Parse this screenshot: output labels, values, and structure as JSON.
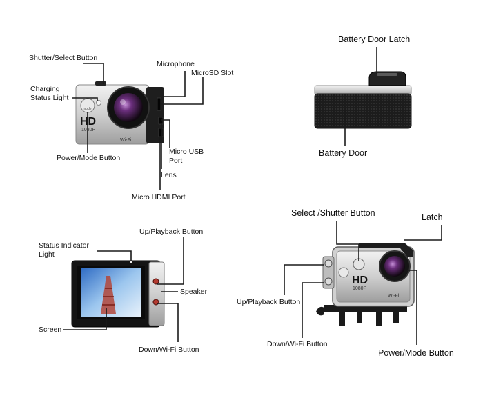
{
  "quadrants": {
    "front": {
      "labels": {
        "shutter": "Shutter/Select Button",
        "charging": "Charging Status Light",
        "power": "Power/Mode Button",
        "microphone": "Microphone",
        "microsd": "MicroSD Slot",
        "usb": "Micro USB Port",
        "lens": "Lens",
        "hdmi": "Micro HDMI Port"
      },
      "body_text": {
        "hd": "HD",
        "res": "1080P",
        "wifi": "Wi-Fi",
        "mode": "mode"
      }
    },
    "top": {
      "labels": {
        "latch": "Battery Door Latch",
        "door": "Battery Door"
      }
    },
    "back": {
      "labels": {
        "status": "Status Indicator Light",
        "up": "Up/Playback Button",
        "speaker": "Speaker",
        "screen": "Screen",
        "down": "Down/Wi-Fi Button"
      }
    },
    "housing": {
      "labels": {
        "select": "Select /Shutter Button",
        "latch": "Latch",
        "up": "Up/Playback Button",
        "down": "Down/Wi-Fi Button",
        "power": "Power/Mode Button"
      },
      "body_text": {
        "hd": "HD",
        "res": "1080P",
        "wifi": "Wi-Fi"
      }
    }
  },
  "colors": {
    "background": "#ffffff",
    "leader_line": "#1a1a1a",
    "camera_silver": "#d8d8d8",
    "camera_black": "#1b1b1b",
    "lens_glass": "#5a2a6a",
    "screen_sky": "#4a8ed6",
    "button_red": "#c0392b"
  }
}
